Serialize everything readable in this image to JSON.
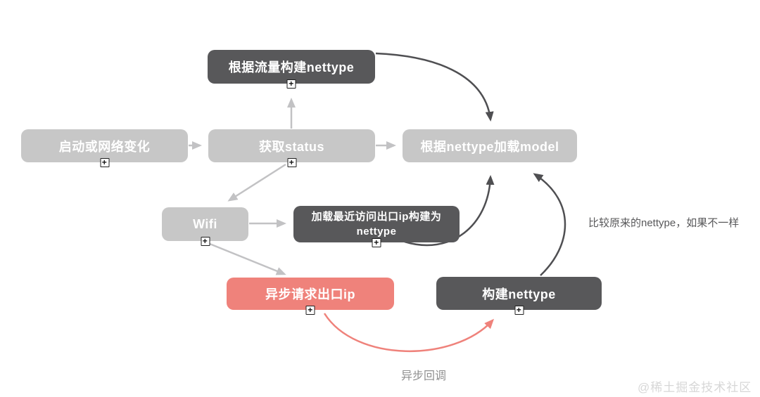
{
  "diagram": {
    "nodes": [
      {
        "id": "build-nettype-from-traffic",
        "label": "根据流量构建nettype",
        "style": "dark"
      },
      {
        "id": "start-or-network-change",
        "label": "启动或网络变化",
        "style": "light"
      },
      {
        "id": "get-status",
        "label": "获取status",
        "style": "light"
      },
      {
        "id": "load-model-by-nettype",
        "label": "根据nettype加载model",
        "style": "light"
      },
      {
        "id": "wifi",
        "label": "Wifi",
        "style": "light"
      },
      {
        "id": "load-recent-exit-ip",
        "label": "加载最近访问出口ip构建为\nnettype",
        "style": "dark"
      },
      {
        "id": "async-request-exit-ip",
        "label": "异步请求出口ip",
        "style": "red"
      },
      {
        "id": "build-nettype",
        "label": "构建nettype",
        "style": "dark"
      }
    ],
    "annotations": {
      "compare_note": "比较原来的nettype，如果不一样",
      "async_callback_label": "异步回调"
    },
    "colors": {
      "node_dark": "#58585a",
      "node_light": "#c7c7c7",
      "node_red": "#ef827b",
      "edge_gray": "#c2c2c4",
      "edge_dark": "#4f4f52",
      "edge_red": "#ef827b",
      "background": "#ffffff"
    }
  },
  "icons": {
    "expand_glyph": "+"
  },
  "watermark": "@稀土掘金技术社区"
}
